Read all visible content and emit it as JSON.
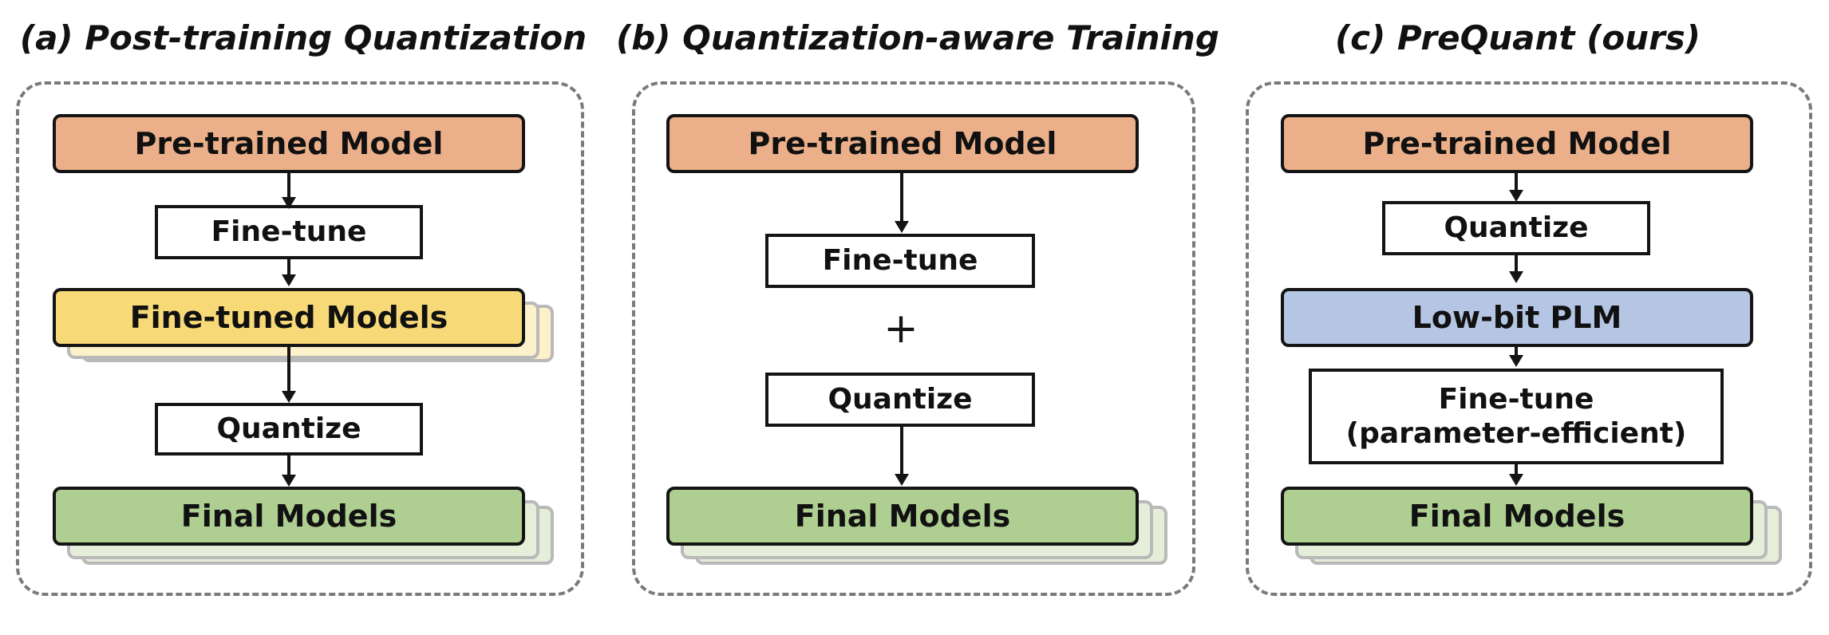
{
  "panels": [
    {
      "title": "(a) Post-training Quantization",
      "steps": [
        "Pre-trained Model",
        "Fine-tune",
        "Fine-tuned Models",
        "Quantize",
        "Final Models"
      ]
    },
    {
      "title": "(b) Quantization-aware Training",
      "steps": [
        "Pre-trained Model",
        "Fine-tune",
        "Quantize",
        "Final Models"
      ],
      "combine_symbol": "+"
    },
    {
      "title": "(c) PreQuant (ours)",
      "steps": [
        "Pre-trained Model",
        "Quantize",
        "Low-bit PLM",
        "Fine-tune",
        "(parameter-efficient)",
        "Final Models"
      ]
    }
  ],
  "colors": {
    "pretrained": "#ebb08a",
    "finetuned": "#f7d977",
    "lowbit": "#b5c6e4",
    "final": "#afcf92",
    "frame": "#7a7a7a"
  }
}
